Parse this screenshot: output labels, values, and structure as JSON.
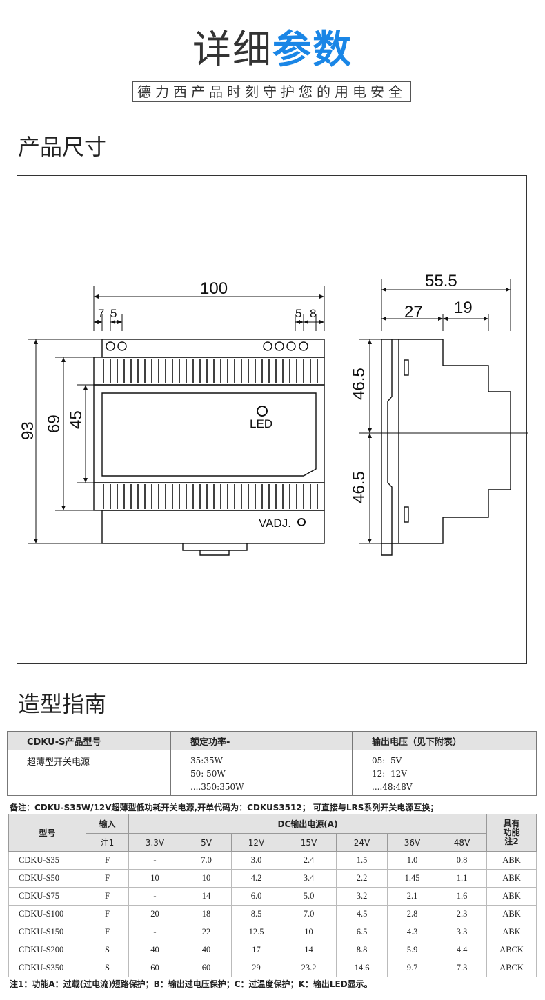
{
  "header": {
    "title_part1": "详细",
    "title_part2": "参数",
    "subtitle": "德力西产品时刻守护您的用电安全"
  },
  "sections": {
    "dimensions": "产品尺寸",
    "selection": "造型指南"
  },
  "drawing": {
    "dims_front": {
      "width": "100",
      "left_a": "7",
      "left_b": "5",
      "right_a": "5",
      "right_b": "8",
      "h1": "93",
      "h2": "69",
      "h3": "45"
    },
    "dims_side": {
      "depth": "55.5",
      "d1": "27",
      "d2": "19",
      "h_top": "46.5",
      "h_bottom": "46.5"
    },
    "led_label": "LED",
    "vadj_label": "VADJ."
  },
  "model_table": {
    "headers": [
      "CDKU-S产品型号",
      "额定功率-",
      "输出电压（见下附表）"
    ],
    "cells": [
      "超薄型开关电源",
      "35:35W\n50: 50W\n....350:350W",
      "05:  5V\n12:  12V\n....48:48V"
    ]
  },
  "note_top": "备注：CDKU-S35W/12V超薄型低功耗开关电源,开单代码为：CDKUS3512；   可直接与LRS系列开关电源互换；",
  "spec_table": {
    "h_model": "型号",
    "h_input": "输入",
    "h_input_sub": "注1",
    "h_output": "DC输出电源(A)",
    "h_func": [
      "具有",
      "功能",
      "注2"
    ],
    "voltages": [
      "3.3V",
      "5V",
      "12V",
      "15V",
      "24V",
      "36V",
      "48V"
    ],
    "rows": [
      {
        "model": "CDKU-S35",
        "input": "F",
        "vals": [
          "-",
          "7.0",
          "3.0",
          "2.4",
          "1.5",
          "1.0",
          "0.8"
        ],
        "func": "ABK"
      },
      {
        "model": "CDKU-S50",
        "input": "F",
        "vals": [
          "10",
          "10",
          "4.2",
          "3.4",
          "2.2",
          "1.45",
          "1.1"
        ],
        "func": "ABK"
      },
      {
        "model": "CDKU-S75",
        "input": "F",
        "vals": [
          "-",
          "14",
          "6.0",
          "5.0",
          "3.2",
          "2.1",
          "1.6"
        ],
        "func": "ABK"
      },
      {
        "model": "CDKU-S100",
        "input": "F",
        "vals": [
          "20",
          "18",
          "8.5",
          "7.0",
          "4.5",
          "2.8",
          "2.3"
        ],
        "func": "ABK"
      },
      {
        "model": "CDKU-S150",
        "input": "F",
        "vals": [
          "-",
          "22",
          "12.5",
          "10",
          "6.5",
          "4.3",
          "3.3"
        ],
        "func": "ABK"
      },
      {
        "model": "CDKU-S200",
        "input": "S",
        "vals": [
          "40",
          "40",
          "17",
          "14",
          "8.8",
          "5.9",
          "4.4"
        ],
        "func": "ABCK"
      },
      {
        "model": "CDKU-S350",
        "input": "S",
        "vals": [
          "60",
          "60",
          "29",
          "23.2",
          "14.6",
          "9.7",
          "7.3"
        ],
        "func": "ABCK"
      }
    ]
  },
  "note_bottom": "注1：功能A：过载(过电流)短路保护；B：输出过电压保护；C：过温度保护；K：输出LED显示。"
}
